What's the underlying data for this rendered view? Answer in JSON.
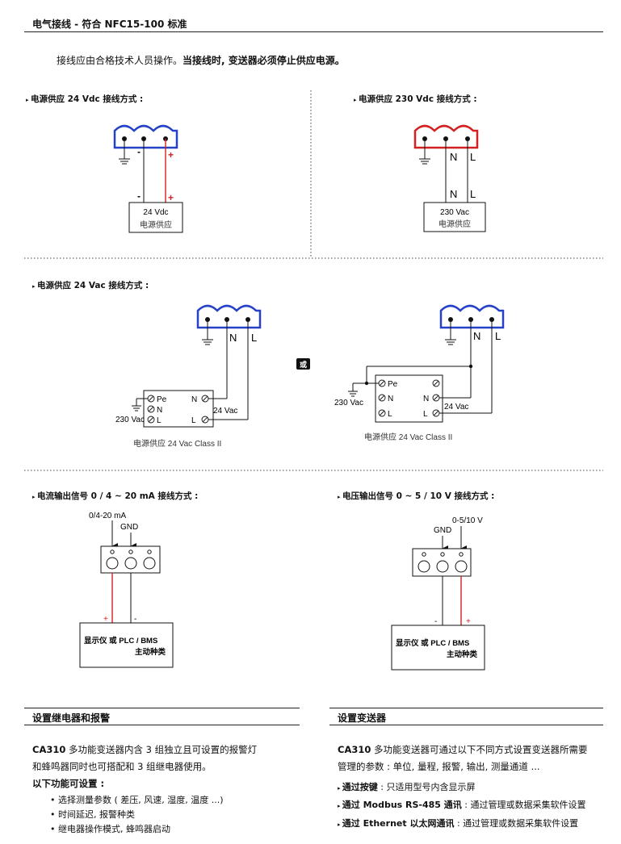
{
  "page_title": "电气接线 - 符合 NFC15-100 标准",
  "intro": {
    "normal": "接线应由合格技术人员操作。",
    "bold": "当接线时, 变送器必须停止供应电源。"
  },
  "sections": {
    "dc24": {
      "title": "电源供应 24 Vdc 接线方式 :",
      "minus": "-",
      "plus": "+",
      "box_line1": "24 Vdc",
      "box_line2": "电源供应"
    },
    "ac230": {
      "title": "电源供应 230 Vdc 接线方式 :",
      "n": "N",
      "l": "L",
      "box_line1": "230 Vac",
      "box_line2": "电源供应"
    },
    "ac24": {
      "title": "电源供应 24 Vac 接线方式 :",
      "or_label": "或",
      "n": "N",
      "l": "L",
      "pe": "Pe",
      "vac230": "230 Vac",
      "vac24": "24 Vac",
      "caption": "电源供应 24 Vac Class II"
    },
    "current": {
      "title": "电流输出信号 0 / 4 ~ 20 mA 接线方式 :",
      "sig_label": "0/4-20 mA",
      "gnd": "GND",
      "plus": "+",
      "minus": "-",
      "box_line1": "显示仪 或 PLC / BMS",
      "box_line2": "主动种类"
    },
    "voltage": {
      "title": "电压输出信号 0 ~ 5 / 10 V 接线方式 :",
      "sig_label": "0-5/10 V",
      "gnd": "GND",
      "plus": "+",
      "minus": "-",
      "box_line1": "显示仪 或 PLC / BMS",
      "box_line2": "主动种类"
    }
  },
  "relay": {
    "title": "设置继电器和报警",
    "p1_bold": "CA310",
    "p1": " 多功能变送器内含 3 组独立且可设置的报警灯",
    "p2": "和蜂鸣器同时也可搭配和 3 组继电器使用。",
    "subhead": "以下功能可设置 :",
    "bullets": [
      "• 选择测量参数 ( 差压, 风速, 湿度, 温度 ...)",
      "• 时间延迟, 报警种类",
      "• 继电器操作模式, 蜂鸣器启动"
    ]
  },
  "config": {
    "title": "设置变送器",
    "p1_bold": "CA310",
    "p1": " 多功能变送器可通过以下不同方式设置变送器所需要",
    "p2": "管理的参数 : 单位, 量程, 报警, 输出, 测量通道 ...",
    "items": [
      {
        "bold": "通过按键",
        "text": " : 只适用型号内含显示屏"
      },
      {
        "bold": "通过 Modbus RS-485 通讯",
        "text": " : 通过管理或数据采集软件设置"
      },
      {
        "bold": "通过 Ethernet 以太网通讯",
        "text": " : 通过管理或数据采集软件设置"
      }
    ]
  },
  "colors": {
    "blue": "#2541c8",
    "red": "#d42020",
    "gray": "#555555"
  }
}
